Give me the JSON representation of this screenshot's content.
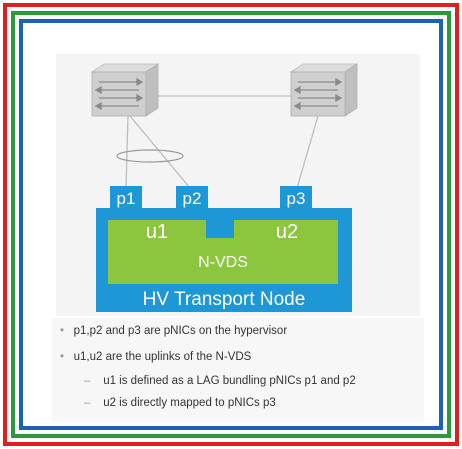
{
  "diagram": {
    "ports": [
      "p1",
      "p2",
      "p3"
    ],
    "uplinks": [
      "u1",
      "u2"
    ],
    "switch_label": "N-VDS",
    "node_label": "HV Transport Node"
  },
  "bullets": [
    {
      "marker": "•",
      "text": "p1,p2 and p3 are pNICs on the hypervisor"
    },
    {
      "marker": "•",
      "text": "u1,u2 are the uplinks of the N-VDS"
    },
    {
      "marker": "–",
      "text": "u1 is defined as a LAG bundling pNICs p1 and p2"
    },
    {
      "marker": "–",
      "text": "u2 is directly mapped to pNICs p3"
    }
  ],
  "colors": {
    "border_red": "#e02020",
    "border_green": "#2a9a3c",
    "border_blue": "#2060b0",
    "node_blue": "#1d97d6",
    "vds_green": "#8cc63f"
  },
  "icons": [
    "network-switch-icon",
    "network-switch-icon"
  ]
}
